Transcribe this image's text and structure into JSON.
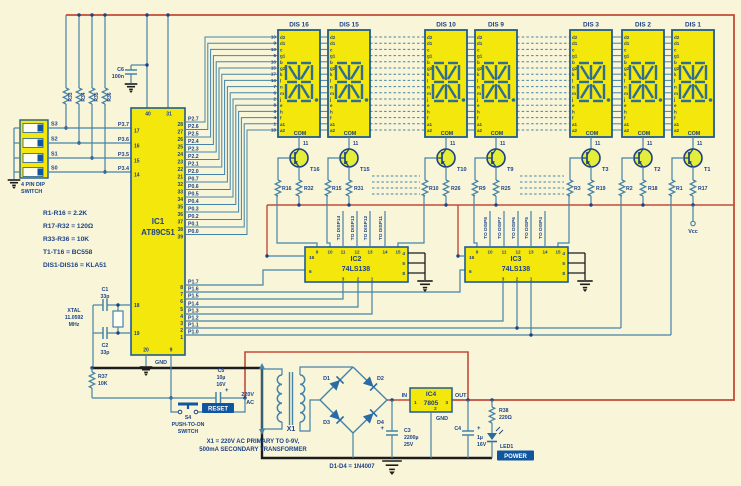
{
  "legend": [
    "R1-R16 = 2.2K",
    "R17-R32 = 120Ω",
    "R33-R36 = 10K",
    "T1-T16 = BC558",
    "DIS1-DIS16 = KLA51"
  ],
  "x1_note": [
    "X1 = 220V AC PRIMARY TO 0-9V,",
    "500mA SECONDARY TRANSFORMER"
  ],
  "d_note": "D1-D4 = 1N4007",
  "colors": {
    "wire": "#4583a8",
    "red": "#c44b38",
    "yellow": "#f4e70c",
    "navy": "#1c4287",
    "segment": "#2e6e94",
    "badge": "#0f55a0",
    "black": "#1c1c1c",
    "transistor": "#e4ee3a",
    "bg": "#f9f5d8"
  },
  "dip": {
    "label1": "4 PIN DIP",
    "label2": "SWITCH",
    "switches": [
      "S3",
      "S2",
      "S1",
      "S0"
    ]
  },
  "pullups": [
    "R33",
    "R34",
    "R35",
    "R36"
  ],
  "c6": {
    "name": "C6",
    "value": "100n"
  },
  "ic1": {
    "name": "IC1",
    "part": "AT89C51",
    "pin40": "40",
    "pin31": "31",
    "pin20": "20",
    "pin9": "9",
    "gnd": "GND",
    "pin18": "18",
    "pin19": "19",
    "p3": [
      {
        "pin": "17",
        "label": "P3.7"
      },
      {
        "pin": "16",
        "label": "P3.6"
      },
      {
        "pin": "15",
        "label": "P3.5"
      },
      {
        "pin": "14",
        "label": "P3.4"
      }
    ],
    "right": [
      {
        "pin": "28",
        "label": "P2.7"
      },
      {
        "pin": "27",
        "label": "P2.6"
      },
      {
        "pin": "26",
        "label": "P2.5"
      },
      {
        "pin": "25",
        "label": "P2.4"
      },
      {
        "pin": "24",
        "label": "P2.3"
      },
      {
        "pin": "23",
        "label": "P2.2"
      },
      {
        "pin": "22",
        "label": "P2.1"
      },
      {
        "pin": "21",
        "label": "P2.0"
      },
      {
        "pin": "32",
        "label": "P0.7"
      },
      {
        "pin": "33",
        "label": "P0.6"
      },
      {
        "pin": "34",
        "label": "P0.5"
      },
      {
        "pin": "35",
        "label": "P0.4"
      },
      {
        "pin": "36",
        "label": "P0.3"
      },
      {
        "pin": "37",
        "label": "P0.2"
      },
      {
        "pin": "38",
        "label": "P0.1"
      },
      {
        "pin": "39",
        "label": "P0.0"
      }
    ],
    "p1": [
      {
        "pin": "8",
        "label": "P1.7"
      },
      {
        "pin": "7",
        "label": "P1.6"
      },
      {
        "pin": "6",
        "label": "P1.5"
      },
      {
        "pin": "5",
        "label": "P1.4"
      },
      {
        "pin": "4",
        "label": "P1.3"
      },
      {
        "pin": "3",
        "label": "P1.2"
      },
      {
        "pin": "2",
        "label": "P1.1"
      },
      {
        "pin": "1",
        "label": "P1.0"
      }
    ]
  },
  "crystal": {
    "c1": [
      "C1",
      "33p"
    ],
    "c2": [
      "C2",
      "33p"
    ],
    "xtal": [
      "XTAL",
      "11.0592",
      "MHz"
    ]
  },
  "displays": {
    "titles": [
      "DIS 16",
      "DIS 15",
      "DIS 10",
      "DIS 9",
      "DIS 3",
      "DIS 2",
      "DIS 1"
    ],
    "seg_labels": [
      "d2",
      "d1",
      "c",
      "g1",
      "b",
      "g2",
      "k",
      "l",
      "n",
      "m",
      "j",
      "e",
      "h",
      "f",
      "a1",
      "a2"
    ],
    "pin_numbers": [
      "10",
      "9",
      "13",
      "5",
      "16",
      "15",
      "17",
      "14",
      "7",
      "6",
      "2",
      "8",
      "3",
      "4",
      "1",
      "18"
    ],
    "com": "COM",
    "com_pin": "11"
  },
  "transistors": [
    "T16",
    "T15",
    "T10",
    "T9",
    "T3",
    "T2",
    "T1"
  ],
  "base_resistors": [
    "R16",
    "R15",
    "R10",
    "R9",
    "R3",
    "R2",
    "R1"
  ],
  "emitter_resistors": [
    "R32",
    "R31",
    "R26",
    "R25",
    "R19",
    "R18",
    "R17"
  ],
  "ic2": {
    "name": "IC2",
    "part": "74LS138",
    "top": [
      "9",
      "10",
      "11",
      "12",
      "13",
      "14",
      "15"
    ],
    "pin16": "16",
    "pin6": "6",
    "right": [
      "4",
      "5",
      "8"
    ],
    "bottom": [
      "3",
      "2",
      "1"
    ],
    "to_disp": [
      "TO DISP14",
      "TO DISP13",
      "TO DISP12",
      "TO DISP11"
    ]
  },
  "ic3": {
    "name": "IC3",
    "part": "74LS138",
    "top": [
      "9",
      "10",
      "11",
      "12",
      "13",
      "14",
      "15"
    ],
    "pin16": "16",
    "pin6": "6",
    "right": [
      "4",
      "5",
      "8"
    ],
    "bottom": [
      "3",
      "2",
      "1"
    ],
    "to_disp": [
      "TO DISP8",
      "TO DISP7",
      "TO DISP6",
      "TO DISP5",
      "TO DISP4"
    ]
  },
  "vcc": "Vcc",
  "reset": {
    "r37": [
      "R37",
      "10K"
    ],
    "c5": [
      "C5",
      "10µ",
      "16V"
    ],
    "plus": "+",
    "badge": "RESET",
    "s4": "S4",
    "s4_l1": "PUSH-TO-ON",
    "s4_l2": "SWITCH"
  },
  "power": {
    "ac1": "220V",
    "ac2": "AC",
    "x1": "X1",
    "d": [
      "D1",
      "D2",
      "D3",
      "D4"
    ],
    "ic4": [
      "IC4",
      "7805"
    ],
    "in": "IN",
    "out": "OUT",
    "gnd": "GND",
    "p1": "1",
    "p3": "3",
    "p2": "2",
    "c3": [
      "C3",
      "2200µ",
      "25V"
    ],
    "c4": [
      "C4",
      "1µ",
      "16V"
    ],
    "plus": "+",
    "r38": [
      "R38",
      "220Ω"
    ],
    "led": "LED1",
    "badge": "POWER"
  }
}
